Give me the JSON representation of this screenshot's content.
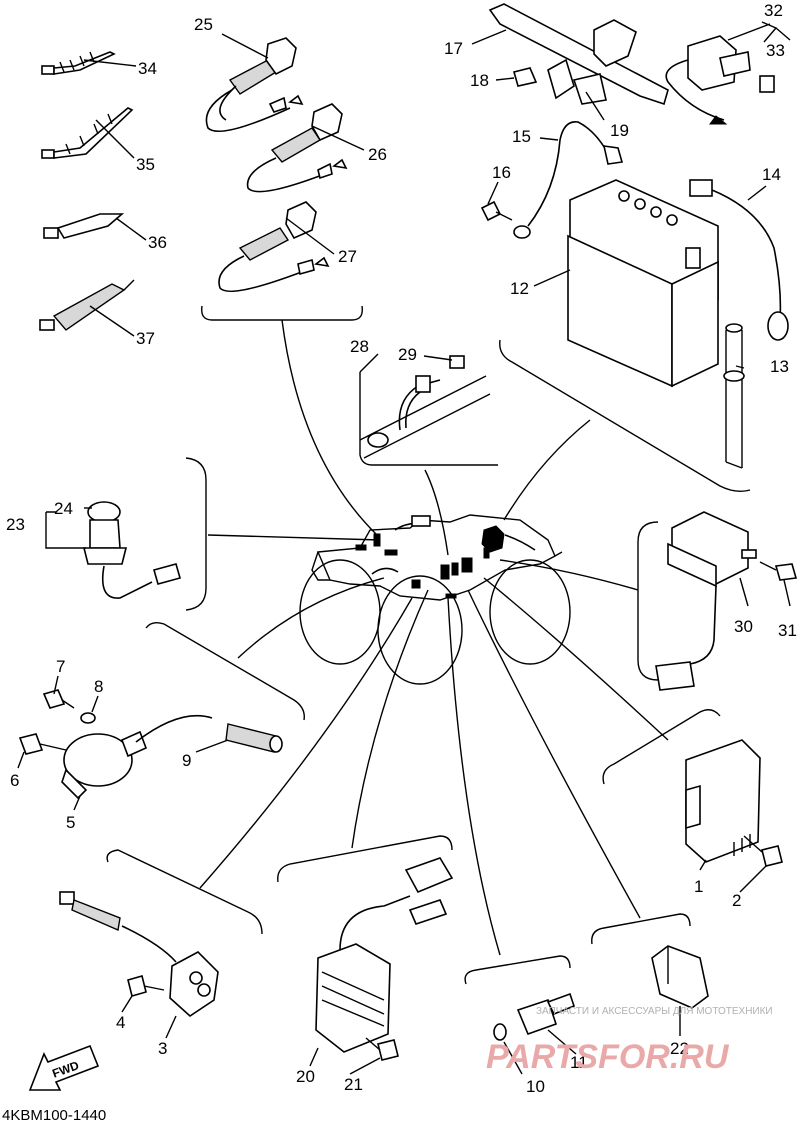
{
  "diagram": {
    "drawing_code": "4KBM100-1440",
    "fwd_label": "FWD",
    "callouts": [
      "1",
      "2",
      "3",
      "4",
      "5",
      "6",
      "7",
      "8",
      "9",
      "10",
      "11",
      "12",
      "13",
      "14",
      "15",
      "16",
      "17",
      "18",
      "19",
      "20",
      "21",
      "22",
      "23",
      "24",
      "25",
      "26",
      "27",
      "28",
      "29",
      "30",
      "31",
      "32",
      "33",
      "34",
      "35",
      "36",
      "37"
    ]
  },
  "watermark": {
    "caption": "ЗАПЧАСТИ И АКСЕССУАРЫ ДЛЯ МОТОТЕХНИКИ",
    "brand": "PARTSFOR.RU"
  }
}
